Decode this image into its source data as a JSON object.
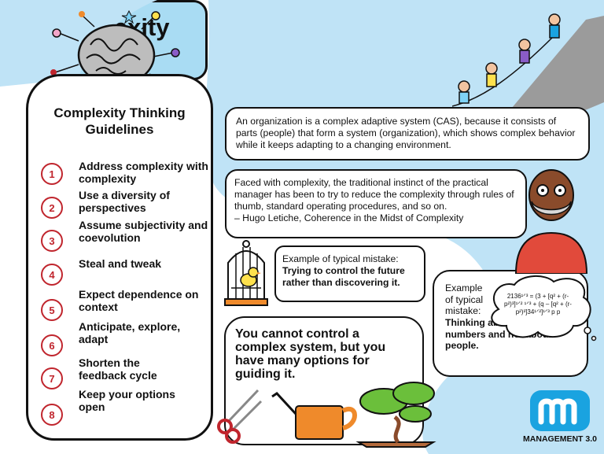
{
  "title": "Complexity\nThinking",
  "guidelines": {
    "heading": "Complexity Thinking\nGuidelines",
    "items": [
      {
        "num": "1",
        "text": "Address complexity with complexity"
      },
      {
        "num": "2",
        "text": "Use a diversity of perspectives"
      },
      {
        "num": "3",
        "text": "Assume subjectivity and coevolution"
      },
      {
        "num": "4",
        "text": "Steal and tweak"
      },
      {
        "num": "5",
        "text": "Expect dependence on context"
      },
      {
        "num": "6",
        "text": "Anticipate, explore, adapt"
      },
      {
        "num": "7",
        "text": "Shorten the feedback cycle"
      },
      {
        "num": "8",
        "text": "Keep your options open"
      }
    ]
  },
  "cas_text": "An organization is a complex adaptive system (CAS), because it consists of parts (people) that form a system (organization), which shows complex behavior while it keeps adapting to a changing environment.",
  "quote_text": "Faced with complexity, the traditional instinct of the practical manager has been to try to reduce the complexity through rules of thumb, standard operating procedures, and so on.",
  "quote_attribution": "– Hugo Letiche, Coherence in the Midst of Complexity",
  "mistake1": {
    "intro": "Example of typical mistake:",
    "bold": "Trying to control the future rather than discovering it."
  },
  "mistake2": {
    "intro": "Example of typical mistake:",
    "bold": "Thinking about numbers and not about people."
  },
  "thought_formula": "2136¹ᐟ³ = (3 + [q² + (r- p²)³]¹ᐟ² ¹ᐟ³ + (q – [q² + (r- p²)³]34¹ᐟ²]¹ᐟ³ p p",
  "control_text": "You cannot control a complex system, but you have many options for guiding it.",
  "logo_text": "MANAGEMENT 3.0",
  "colors": {
    "blue_bg": "#bfe3f6",
    "title_bg": "#a9dcf3",
    "accent_red": "#c0252d",
    "logo_blue": "#1aa3e0",
    "orange": "#ef8a2b"
  }
}
